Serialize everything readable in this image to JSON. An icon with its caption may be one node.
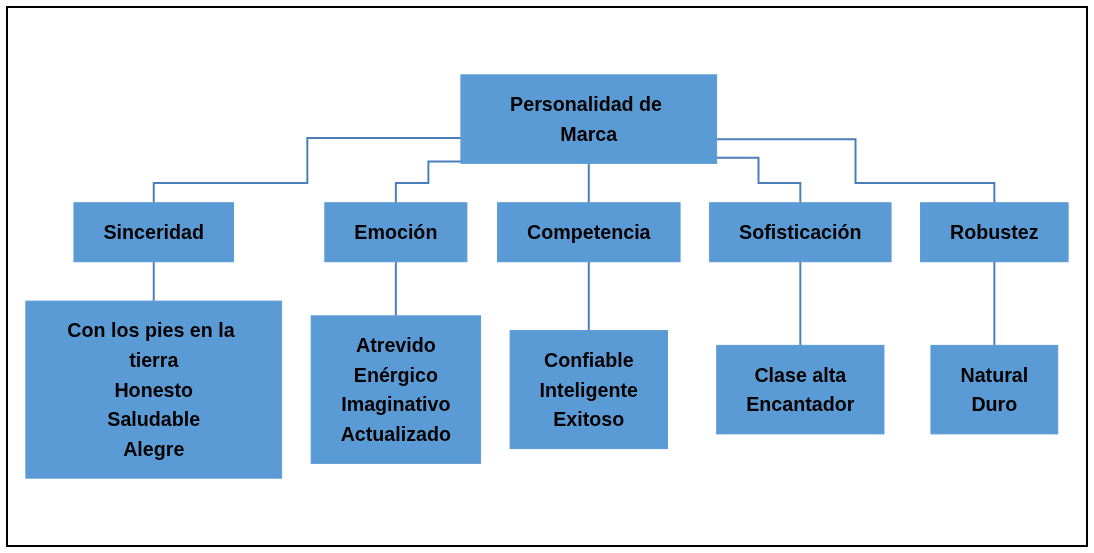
{
  "diagram": {
    "nodes": [
      {
        "text": [
          "Personalidad de Marca"
        ]
      },
      {
        "text": [
          "Sinceridad"
        ]
      },
      {
        "text": [
          "Emoción"
        ]
      },
      {
        "text": [
          "Competencia"
        ]
      },
      {
        "text": [
          "Sofisticación"
        ]
      },
      {
        "text": [
          "Robustez"
        ]
      },
      {
        "text": [
          "Con los pies en la tierra",
          "Honesto",
          "Saludable",
          "Alegre"
        ]
      },
      {
        "text": [
          "Atrevido",
          "Enérgico",
          "Imaginativo",
          "Actualizado"
        ]
      },
      {
        "text": [
          "Confiable",
          "Inteligente",
          "Exitoso"
        ]
      },
      {
        "text": [
          "Clase alta",
          "Encantador"
        ]
      },
      {
        "text": [
          "Natural",
          "Duro"
        ]
      }
    ],
    "edges": [
      {
        "from": 0,
        "to": 1,
        "arrow": "none"
      },
      {
        "from": 0,
        "to": 2,
        "arrow": "none"
      },
      {
        "from": 0,
        "to": 3,
        "arrow": "none"
      },
      {
        "from": 0,
        "to": 4,
        "arrow": "none"
      },
      {
        "from": 0,
        "to": 5,
        "arrow": "none"
      },
      {
        "from": 1,
        "to": 6,
        "arrow": "none"
      },
      {
        "from": 2,
        "to": 7,
        "arrow": "none"
      },
      {
        "from": 3,
        "to": 8,
        "arrow": "none"
      },
      {
        "from": 4,
        "to": 9,
        "arrow": "none"
      },
      {
        "from": 5,
        "to": 10,
        "arrow": "none"
      }
    ]
  }
}
